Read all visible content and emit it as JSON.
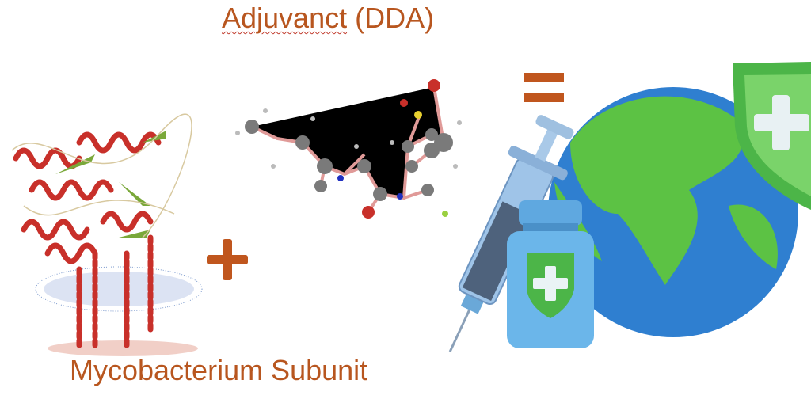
{
  "title": {
    "word": "Adjuvanct",
    "suffix": " (DDA)"
  },
  "subunit_label": "Mycobacterium Subunit",
  "colors": {
    "text": "#b8561f",
    "operator": "#c0561e",
    "helix": "#c8302a",
    "sheet": "#7aa83a",
    "globe_land": "#5cc244",
    "globe_ocean": "#2f7fd0"
  },
  "icons": [
    "protein-structure",
    "adjuvant-molecule",
    "plus-operator",
    "equals-operator",
    "syringe",
    "vaccine-vial",
    "globe",
    "shield-cross"
  ]
}
